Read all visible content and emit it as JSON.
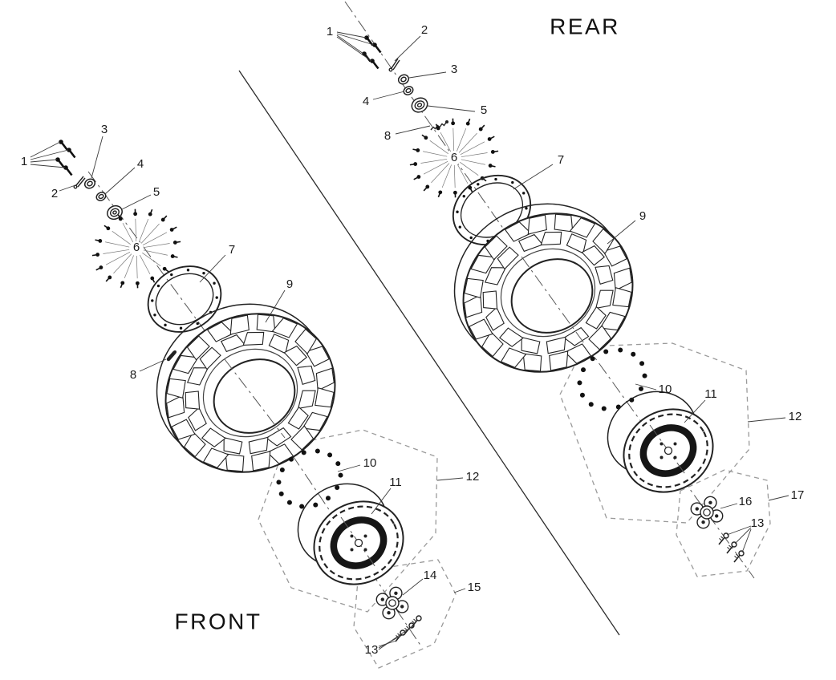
{
  "diagram": {
    "titles": {
      "rear": "REAR",
      "front": "FRONT"
    },
    "ink_color": "#222222",
    "dashed_region_color": "#9a9a9a"
  },
  "front": {
    "callouts": {
      "c1": "1",
      "c2": "2",
      "c3": "3",
      "c4": "4",
      "c5": "5",
      "c6": "6",
      "c7": "7",
      "c8": "8",
      "c9": "9",
      "c10": "10",
      "c11": "11",
      "c12": "12",
      "c13": "13",
      "c14": "14",
      "c15": "15"
    }
  },
  "rear": {
    "callouts": {
      "c1": "1",
      "c2": "2",
      "c3": "3",
      "c4": "4",
      "c5": "5",
      "c6": "6",
      "c7": "7",
      "c8": "8",
      "c9": "9",
      "c10": "10",
      "c11": "11",
      "c12": "12",
      "c13": "13",
      "c16": "16",
      "c17": "17"
    }
  }
}
